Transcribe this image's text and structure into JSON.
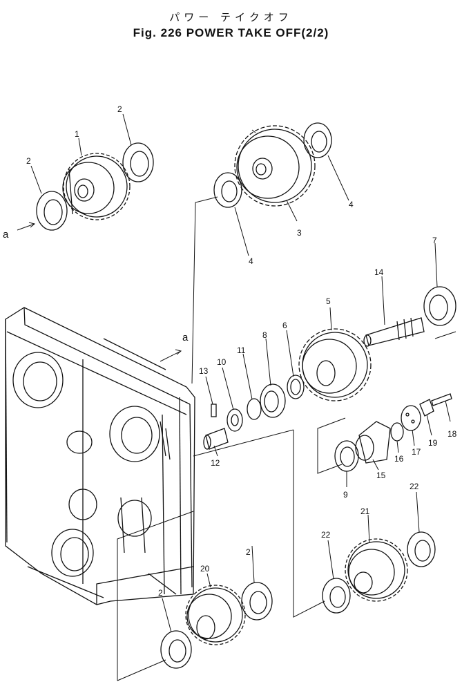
{
  "figure": {
    "subtitle": "パワー テイクオフ",
    "title": "Fig. 226 POWER TAKE OFF(2/2)"
  },
  "callouts": [
    {
      "id": "c1",
      "text": "1"
    },
    {
      "id": "c2a",
      "text": "2"
    },
    {
      "id": "c2b",
      "text": "2"
    },
    {
      "id": "c2c",
      "text": "2"
    },
    {
      "id": "c2d",
      "text": "2"
    },
    {
      "id": "c3",
      "text": "3"
    },
    {
      "id": "c4a",
      "text": "4"
    },
    {
      "id": "c4b",
      "text": "4"
    },
    {
      "id": "c5",
      "text": "5"
    },
    {
      "id": "c6",
      "text": "6"
    },
    {
      "id": "c7",
      "text": "7"
    },
    {
      "id": "c8",
      "text": "8"
    },
    {
      "id": "c9",
      "text": "9"
    },
    {
      "id": "c10",
      "text": "10"
    },
    {
      "id": "c11",
      "text": "11"
    },
    {
      "id": "c12",
      "text": "12"
    },
    {
      "id": "c13",
      "text": "13"
    },
    {
      "id": "c14",
      "text": "14"
    },
    {
      "id": "c15",
      "text": "15"
    },
    {
      "id": "c16",
      "text": "16"
    },
    {
      "id": "c17",
      "text": "17"
    },
    {
      "id": "c18",
      "text": "18"
    },
    {
      "id": "c19",
      "text": "19"
    },
    {
      "id": "c20",
      "text": "20"
    },
    {
      "id": "c21",
      "text": "21"
    },
    {
      "id": "c22a",
      "text": "22"
    },
    {
      "id": "c22b",
      "text": "22"
    },
    {
      "id": "ca1",
      "text": "a"
    },
    {
      "id": "ca2",
      "text": "a"
    }
  ]
}
